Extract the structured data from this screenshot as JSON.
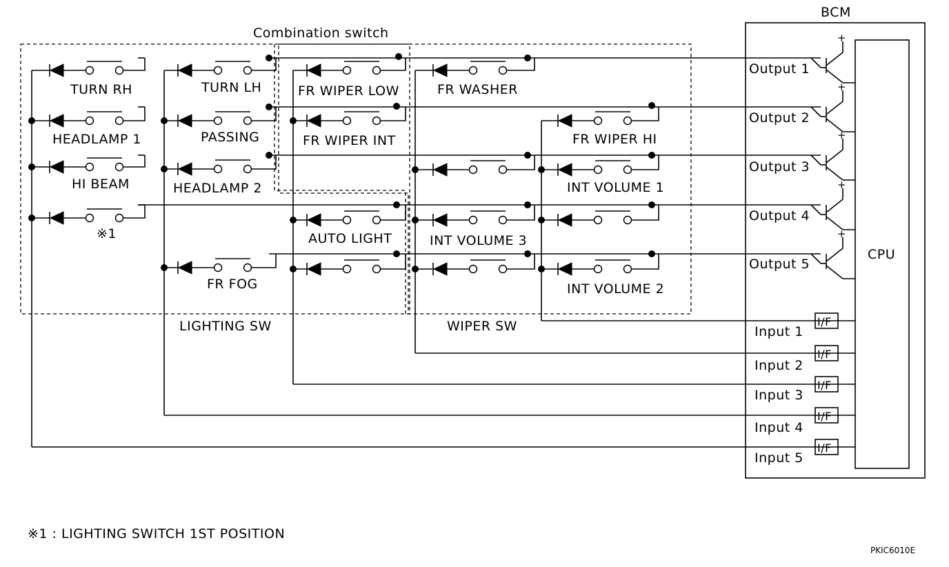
{
  "labels": {
    "combination_switch": "Combination switch",
    "bcm": "BCM",
    "cpu": "CPU",
    "lighting_sw": "LIGHTING SW",
    "wiper_sw": "WIPER SW",
    "turn_rh": "TURN RH",
    "turn_lh": "TURN LH",
    "headlamp1": "HEADLAMP 1",
    "passing": "PASSING",
    "hi_beam": "HI BEAM",
    "headlamp2": "HEADLAMP 2",
    "note_mark": "※1",
    "fr_fog": "FR FOG",
    "fr_wiper_low": "FR WIPER LOW",
    "fr_washer": "FR WASHER",
    "fr_wiper_int": "FR WIPER INT",
    "fr_wiper_hi": "FR WIPER HI",
    "int_volume_1": "INT VOLUME 1",
    "auto_light": "AUTO LIGHT",
    "int_volume_3": "INT VOLUME 3",
    "int_volume_2": "INT VOLUME 2",
    "output_1": "Output 1",
    "output_2": "Output 2",
    "output_3": "Output 3",
    "output_4": "Output 4",
    "output_5": "Output 5",
    "input_1": "Input 1",
    "input_2": "Input 2",
    "input_3": "Input 3",
    "input_4": "Input 4",
    "input_5": "Input 5",
    "if": "I/F",
    "plus": "+",
    "footnote": "※1 : LIGHTING SWITCH 1ST POSITION",
    "figure_code": "PKIC6010E"
  }
}
